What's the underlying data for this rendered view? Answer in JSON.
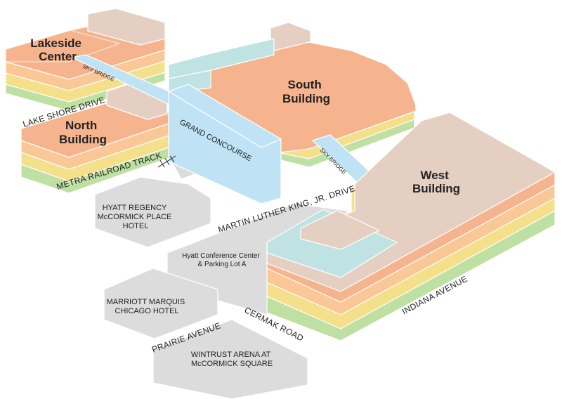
{
  "buildings": {
    "lakeside": [
      "Lakeside",
      "Center"
    ],
    "south": [
      "South",
      "Building"
    ],
    "north": [
      "North",
      "Building"
    ],
    "west": [
      "West",
      "Building"
    ]
  },
  "connectors": {
    "skybridge_north": "SKY BRIDGE",
    "skybridge_south": "SKY BRIDGE",
    "grand_concourse": "GRAND CONCOURSE"
  },
  "streets": {
    "lake_shore": "LAKE SHORE DRIVE",
    "metra": "METRA RAILROAD TRACK",
    "mlk": "MARTIN LUTHER KING, JR. DRIVE",
    "indiana": "INDIANA AVENUE",
    "cermak": "CERMAK ROAD",
    "prairie": "PRAIRIE AVENUE"
  },
  "places": {
    "hyatt_regency": [
      "HYATT REGENCY",
      "McCORMICK PLACE",
      "HOTEL"
    ],
    "hyatt_conference": [
      "Hyatt Conference Center",
      "& Parking Lot A"
    ],
    "marriott": [
      "MARRIOTT MARQUIS",
      "CHICAGO HOTEL"
    ],
    "wintrust": [
      "WINTRUST ARENA AT",
      "McCORMICK SQUARE"
    ]
  },
  "colors": {
    "level_salmon": "#f6b48e",
    "level_orange": "#f9c896",
    "level_yellow": "#f4e08a",
    "level_green": "#bfe0a3",
    "roof_tan": "#e5cfc3",
    "roof_teal": "#bfe3e2",
    "concourse_blue": "#bfe3f5",
    "ground_gray": "#dcdcdc"
  }
}
